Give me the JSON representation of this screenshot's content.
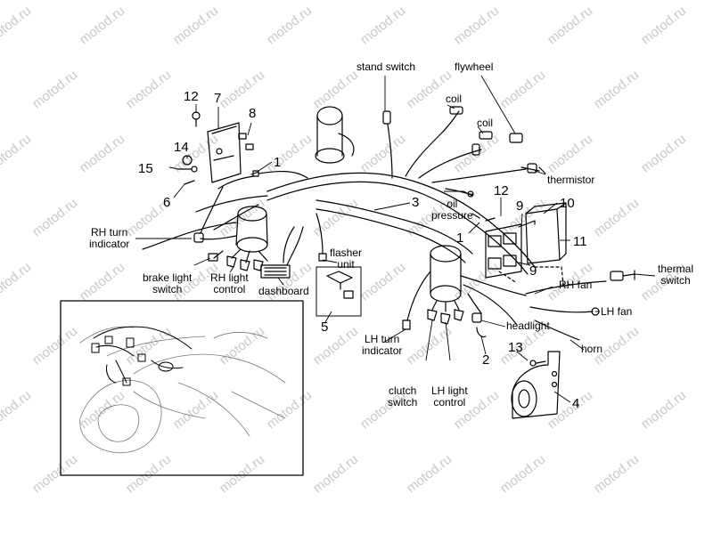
{
  "watermark": "motod.ru",
  "labels": {
    "stand_switch": "stand switch",
    "flywheel": "flywheel",
    "coil_1": "coil",
    "coil_2": "coil",
    "thermistor": "thermistor",
    "oil_pressure": "oil\npressure",
    "rh_turn_indicator": "RH turn\nindicator",
    "brake_light_switch": "brake light\nswitch",
    "rh_light_control": "RH light\ncontrol",
    "dashboard": "dashboard",
    "flasher_unit": "flasher\nunit",
    "rh_fan": "RH fan",
    "lh_fan": "LH fan",
    "thermal_switch": "thermal\nswitch",
    "headlight": "headlight",
    "horn": "horn",
    "lh_turn_indicator": "LH turn\nindicator",
    "clutch_switch": "clutch\nswitch",
    "lh_light_control": "LH light\ncontrol"
  },
  "numbers": {
    "n12a": "12",
    "n7": "7",
    "n8": "8",
    "n14": "14",
    "n15": "15",
    "n6": "6",
    "n1a": "1",
    "n3": "3",
    "n12b": "12",
    "n10": "10",
    "n9a": "9",
    "n1b": "1",
    "n11": "11",
    "n9b": "9",
    "n5": "5",
    "n13": "13",
    "n2": "2",
    "n4": "4"
  }
}
